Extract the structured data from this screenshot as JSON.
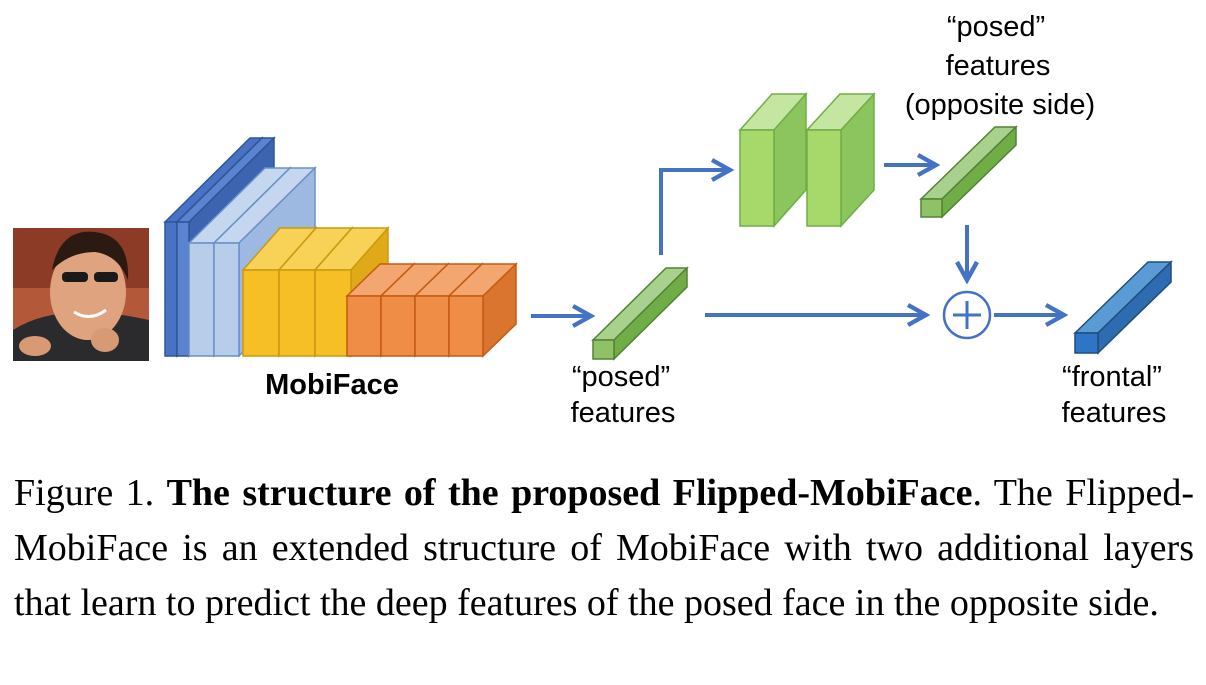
{
  "diagram": {
    "mobiface_label": "MobiFace",
    "posed_features_top": [
      "“posed”",
      "features",
      "(opposite side)"
    ],
    "posed_features_bottom": [
      "“posed”",
      "features"
    ],
    "frontal_features": [
      "“frontal”",
      "features"
    ],
    "plus_symbol": "+"
  },
  "caption": {
    "figure_number": "Figure 1.",
    "title": "The structure of the proposed Flipped-MobiFace",
    "body": ". The Flipped-MobiFace is an extended structure of MobiFace with two additional layers that learn to predict the deep features of the posed face in the opposite side."
  },
  "colors": {
    "blue_layers": "#4a72c4",
    "light_blue_layers": "#a9c3e6",
    "yellow_layers": "#f5bf25",
    "orange_layers": "#ef8c45",
    "green_layers": "#a6d96a",
    "green_feature": "#76b04b",
    "blue_feature": "#2e75c8",
    "arrows": "#4472c4"
  }
}
